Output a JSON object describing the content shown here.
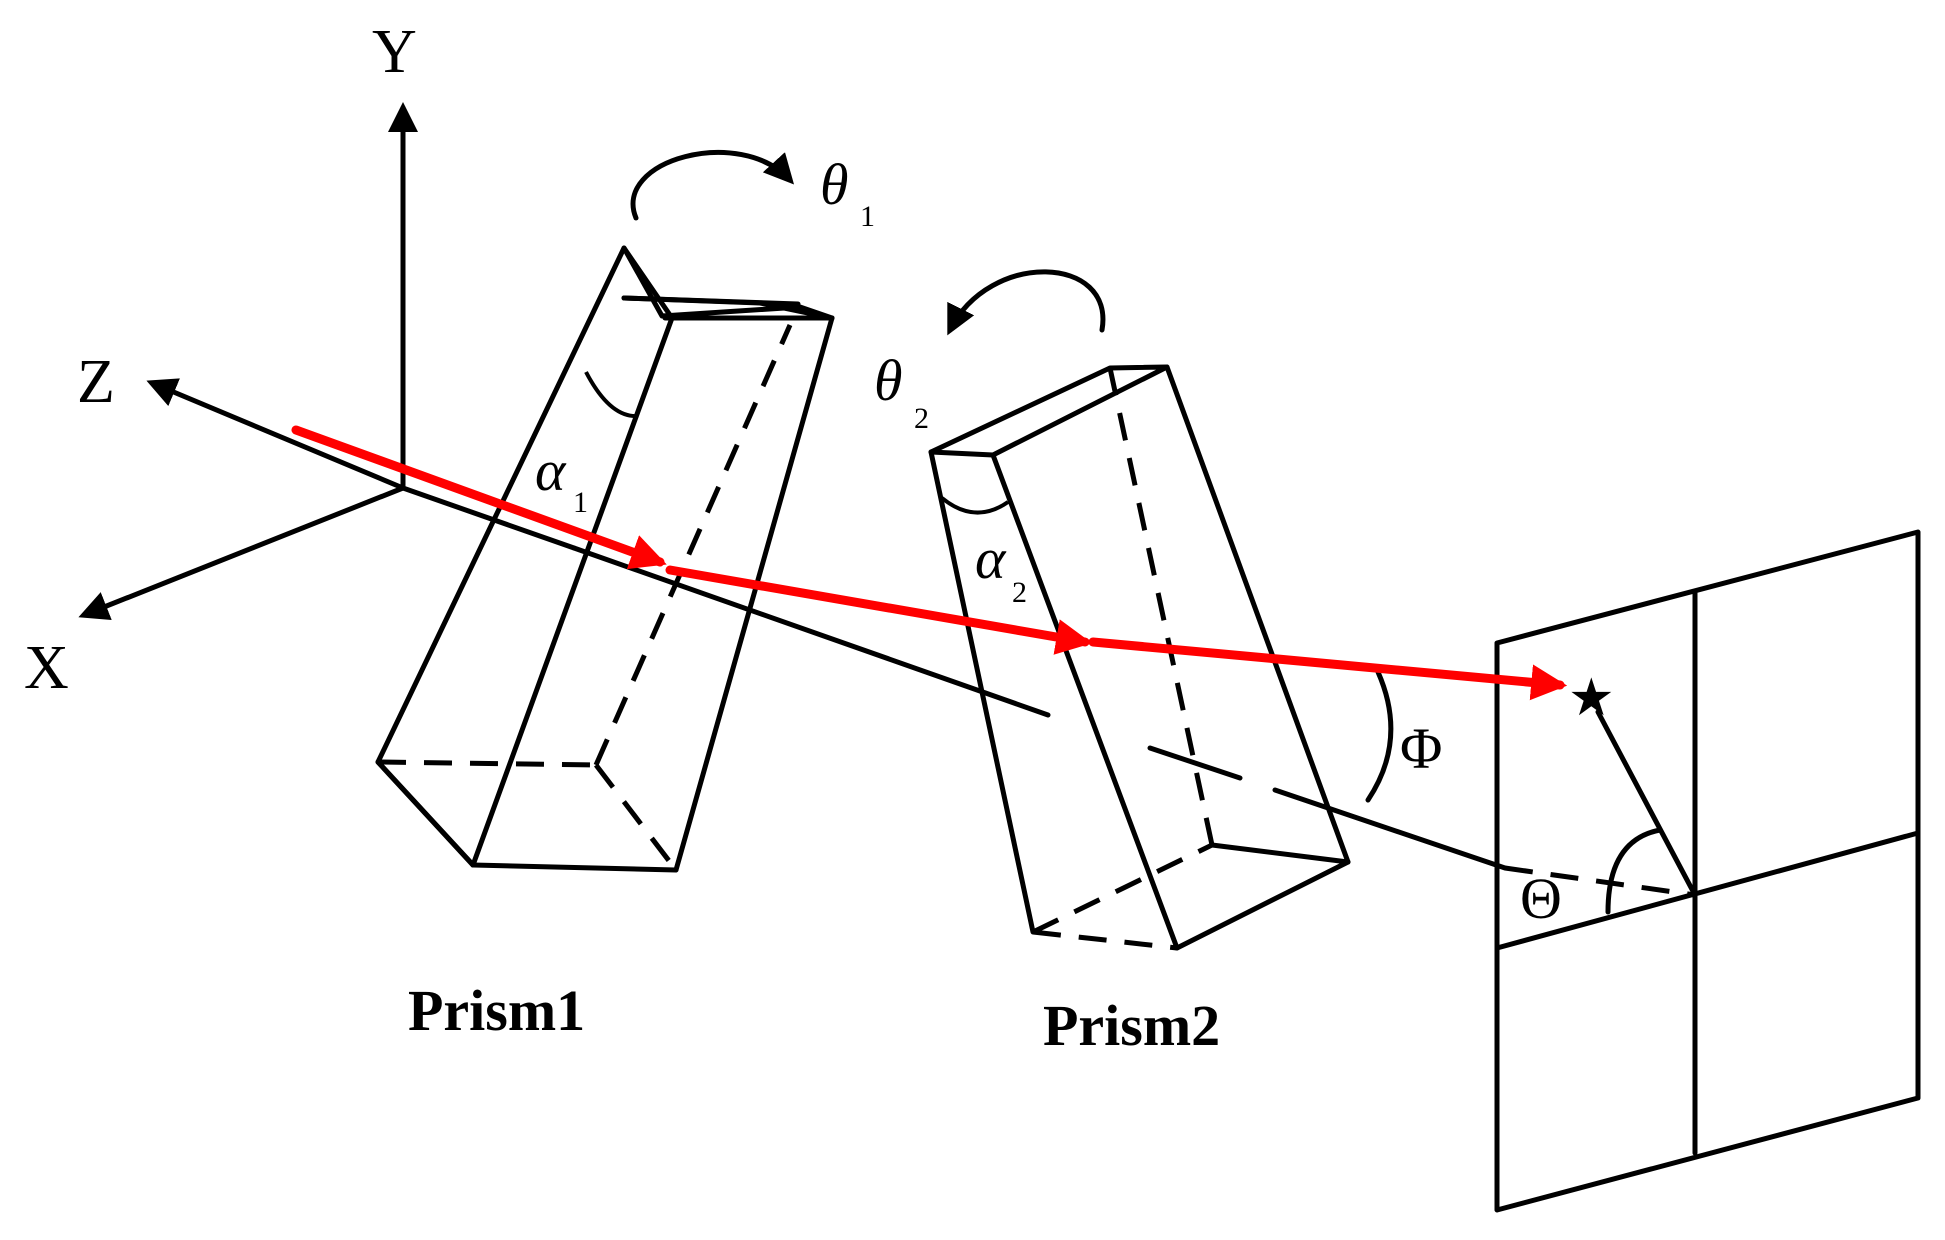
{
  "axes": {
    "x": "X",
    "y": "Y",
    "z": "Z"
  },
  "rotations": {
    "prism1": {
      "symbol": "θ",
      "sub": "1"
    },
    "prism2": {
      "symbol": "θ",
      "sub": "2"
    }
  },
  "wedge_angles": {
    "prism1": {
      "symbol": "α",
      "sub": "1"
    },
    "prism2": {
      "symbol": "α",
      "sub": "2"
    }
  },
  "deflection": {
    "polar": "Φ",
    "azimuth": "Θ"
  },
  "labels": {
    "prism1": "Prism1",
    "prism2": "Prism2"
  },
  "marker": "★",
  "colors": {
    "beam": "#ff0000",
    "lines": "#000000"
  }
}
